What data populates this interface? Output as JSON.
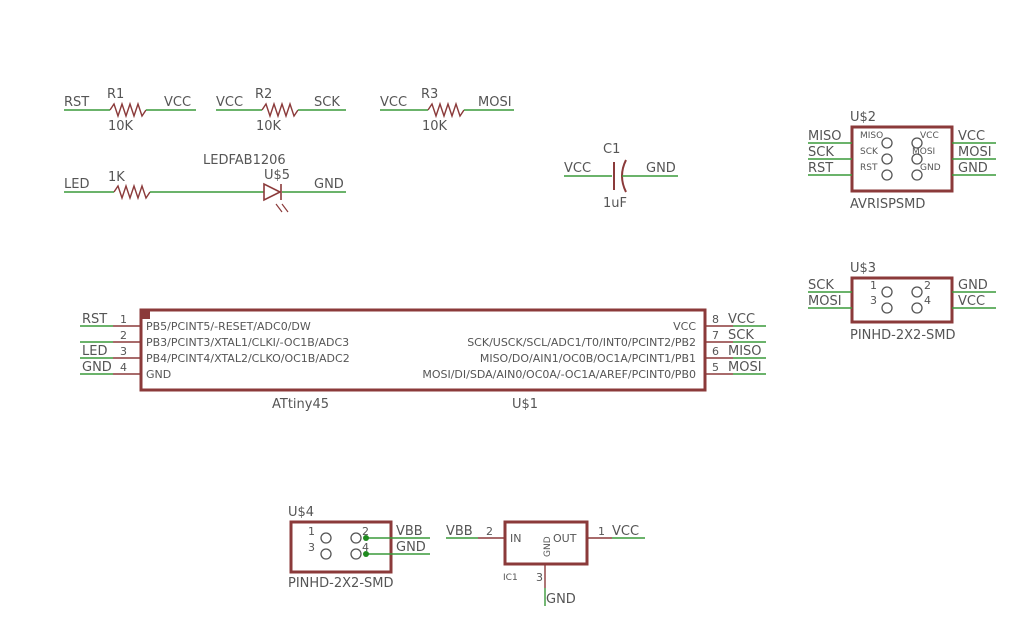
{
  "resistors": [
    {
      "ref": "R1",
      "value": "10K",
      "left_net": "RST",
      "right_net": "VCC"
    },
    {
      "ref": "R2",
      "value": "10K",
      "left_net": "VCC",
      "right_net": "SCK"
    },
    {
      "ref": "R3",
      "value": "10K",
      "left_net": "VCC",
      "right_net": "MOSI"
    }
  ],
  "led_row": {
    "left_net": "LED",
    "resistor_value": "1K",
    "led_package": "LEDFAB1206",
    "led_ref": "U$5",
    "right_net": "GND"
  },
  "capacitor": {
    "ref": "C1",
    "value": "1uF",
    "left_net": "VCC",
    "right_net": "GND"
  },
  "avrisp": {
    "ref": "U$2",
    "name": "AVRISPSMD",
    "left_pins": [
      "MISO",
      "SCK",
      "RST"
    ],
    "right_pins": [
      "VCC",
      "MOSI",
      "GND"
    ],
    "left_nets": [
      "MISO",
      "SCK",
      "RST"
    ],
    "right_nets": [
      "VCC",
      "MOSI",
      "GND"
    ]
  },
  "u3": {
    "ref": "U$3",
    "name": "PINHD-2X2-SMD",
    "pin_numbers": [
      "1",
      "2",
      "3",
      "4"
    ],
    "left_nets": [
      "SCK",
      "MOSI"
    ],
    "right_nets": [
      "GND",
      "VCC"
    ]
  },
  "attiny": {
    "name": "ATtiny45",
    "ref": "U$1",
    "left_pins": [
      {
        "num": "1",
        "label": "PB5/PCINT5/-RESET/ADC0/DW",
        "net": "RST"
      },
      {
        "num": "2",
        "label": "PB3/PCINT3/XTAL1/CLKI/-OC1B/ADC3",
        "net": ""
      },
      {
        "num": "3",
        "label": "PB4/PCINT4/XTAL2/CLKO/OC1B/ADC2",
        "net": "LED"
      },
      {
        "num": "4",
        "label": "GND",
        "net": "GND"
      }
    ],
    "right_pins": [
      {
        "num": "8",
        "label": "VCC",
        "net": "VCC"
      },
      {
        "num": "7",
        "label": "SCK/USCK/SCL/ADC1/T0/INT0/PCINT2/PB2",
        "net": "SCK"
      },
      {
        "num": "6",
        "label": "MISO/DO/AIN1/OC0B/OC1A/PCINT1/PB1",
        "net": "MISO"
      },
      {
        "num": "5",
        "label": "MOSI/DI/SDA/AIN0/OC0A/-OC1A/AREF/PCINT0/PB0",
        "net": "MOSI"
      }
    ]
  },
  "u4": {
    "ref": "U$4",
    "name": "PINHD-2X2-SMD",
    "pin_numbers": [
      "1",
      "2",
      "3",
      "4"
    ],
    "right_nets": [
      "VBB",
      "GND"
    ]
  },
  "regulator": {
    "ref": "IC1",
    "in_label": "IN",
    "out_label": "OUT",
    "gnd_label": "GND",
    "in_pin": "2",
    "out_pin": "1",
    "gnd_pin": "3",
    "in_net": "VBB",
    "out_net": "VCC",
    "gnd_net": "GND"
  },
  "colors": {
    "body": "#8b3a3a",
    "net": "#3a9a3a",
    "text": "#555555",
    "junction": "#1f8a1f"
  }
}
